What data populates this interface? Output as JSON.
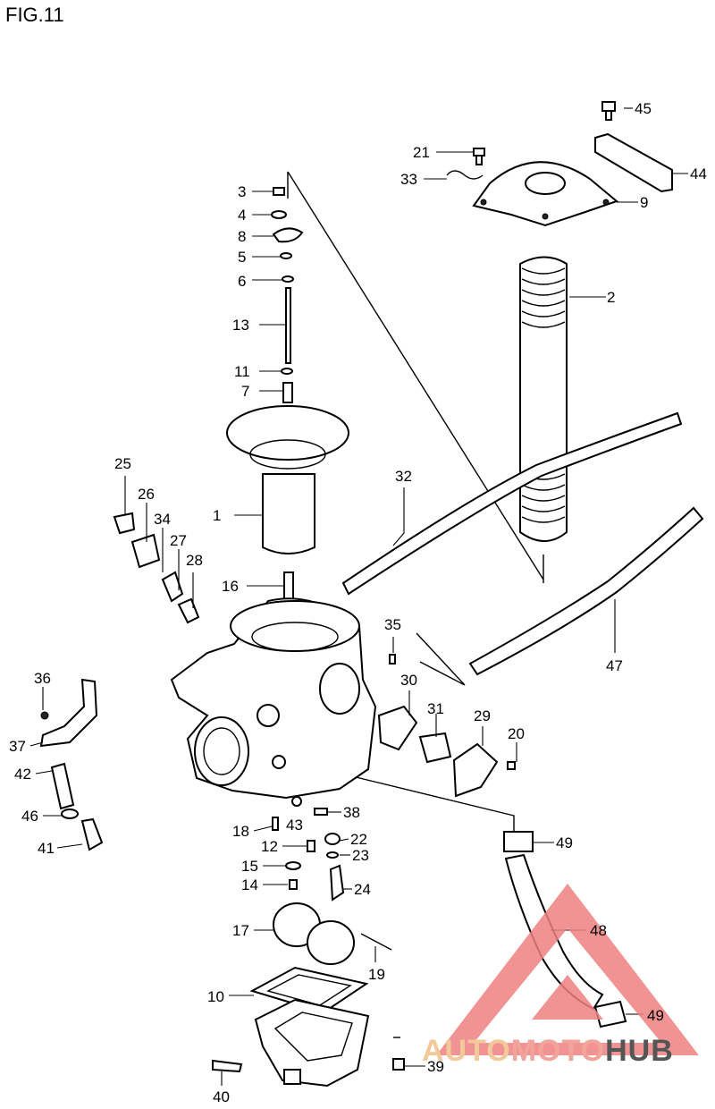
{
  "figure_title": "FIG.11",
  "watermark": {
    "part1": "AUTO",
    "part2": "MOTO",
    "part3": "HUB",
    "colors": {
      "triangle": "#f08080",
      "auto": "#f2c99a",
      "moto": "#f1a49a",
      "hub": "#555555"
    }
  },
  "callouts": [
    {
      "id": "1",
      "text": "1"
    },
    {
      "id": "2",
      "text": "2"
    },
    {
      "id": "3",
      "text": "3"
    },
    {
      "id": "4",
      "text": "4"
    },
    {
      "id": "5",
      "text": "5"
    },
    {
      "id": "6",
      "text": "6"
    },
    {
      "id": "7",
      "text": "7"
    },
    {
      "id": "8",
      "text": "8"
    },
    {
      "id": "9",
      "text": "9"
    },
    {
      "id": "10",
      "text": "10"
    },
    {
      "id": "11",
      "text": "11"
    },
    {
      "id": "12",
      "text": "12"
    },
    {
      "id": "13",
      "text": "13"
    },
    {
      "id": "14",
      "text": "14"
    },
    {
      "id": "15",
      "text": "15"
    },
    {
      "id": "16",
      "text": "16"
    },
    {
      "id": "17",
      "text": "17"
    },
    {
      "id": "18",
      "text": "18"
    },
    {
      "id": "19",
      "text": "19"
    },
    {
      "id": "20",
      "text": "20"
    },
    {
      "id": "21",
      "text": "21"
    },
    {
      "id": "22",
      "text": "22"
    },
    {
      "id": "23",
      "text": "23"
    },
    {
      "id": "24",
      "text": "24"
    },
    {
      "id": "25",
      "text": "25"
    },
    {
      "id": "26",
      "text": "26"
    },
    {
      "id": "27",
      "text": "27"
    },
    {
      "id": "28",
      "text": "28"
    },
    {
      "id": "29",
      "text": "29"
    },
    {
      "id": "30",
      "text": "30"
    },
    {
      "id": "31",
      "text": "31"
    },
    {
      "id": "32",
      "text": "32"
    },
    {
      "id": "33",
      "text": "33"
    },
    {
      "id": "34",
      "text": "34"
    },
    {
      "id": "35",
      "text": "35"
    },
    {
      "id": "36",
      "text": "36"
    },
    {
      "id": "37",
      "text": "37"
    },
    {
      "id": "38",
      "text": "38"
    },
    {
      "id": "39",
      "text": "39"
    },
    {
      "id": "40",
      "text": "40"
    },
    {
      "id": "41",
      "text": "41"
    },
    {
      "id": "42",
      "text": "42"
    },
    {
      "id": "43",
      "text": "43"
    },
    {
      "id": "44",
      "text": "44"
    },
    {
      "id": "45",
      "text": "45"
    },
    {
      "id": "46",
      "text": "46"
    },
    {
      "id": "47",
      "text": "47"
    },
    {
      "id": "48",
      "text": "48"
    },
    {
      "id": "49a",
      "text": "49"
    },
    {
      "id": "49b",
      "text": "49"
    }
  ]
}
